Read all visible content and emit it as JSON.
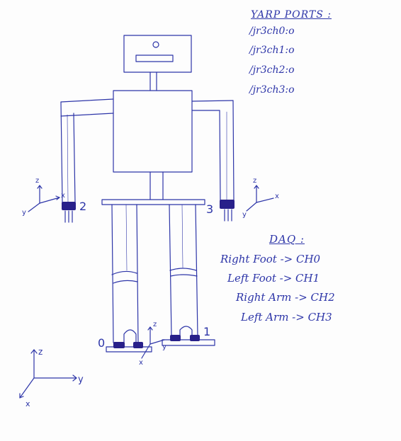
{
  "ink_color": "#2d35a8",
  "sensor_color": "#28208a",
  "yarp": {
    "title": "YARP PORTS :",
    "ports": [
      "/jr3ch0:o",
      "/jr3ch1:o",
      "/jr3ch2:o",
      "/jr3ch3:o"
    ]
  },
  "daq": {
    "title": "DAQ :",
    "mappings": [
      "Right Foot -> CH0",
      "Left Foot -> CH1",
      "Right Arm -> CH2",
      "Left Arm -> CH3"
    ]
  },
  "sensors": {
    "labels": [
      "0",
      "1",
      "2",
      "3"
    ]
  },
  "axes": {
    "x": "x",
    "y": "y",
    "z": "z"
  }
}
